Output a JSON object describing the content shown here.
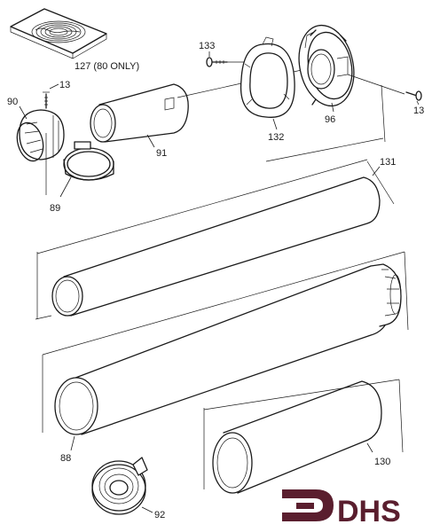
{
  "colors": {
    "ink": "#1a1a1a",
    "logo": "#5a1e2e"
  },
  "labels": {
    "p127": "127 (80 ONLY)",
    "p13a": "13",
    "p13b": "13",
    "p133": "133",
    "p90": "90",
    "p91": "91",
    "p89": "89",
    "p132": "132",
    "p96": "96",
    "p131": "131",
    "p88": "88",
    "p130": "130",
    "p92": "92"
  },
  "logo": {
    "text": "DHS"
  }
}
